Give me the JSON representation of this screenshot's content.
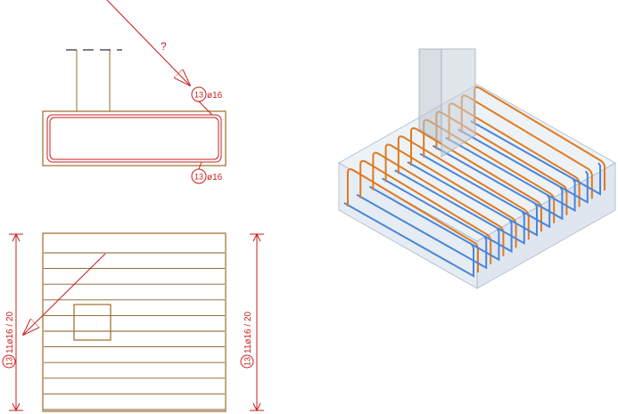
{
  "colors": {
    "annotation": "#c81e1e",
    "concrete_outline": "#9a6a2a",
    "rebar_upper": "#e07a1f",
    "rebar_lower": "#4a86d8",
    "concrete_3d": "#c9d6e8",
    "column_3d": "#b8c2cc"
  },
  "section": {
    "question_mark": "?",
    "top_bar": {
      "position": "13",
      "diameter": "ø16"
    },
    "bottom_bar": {
      "position": "13",
      "diameter": "ø16"
    }
  },
  "plan": {
    "left_label": {
      "position": "13",
      "spec": "11ø16 / 20"
    },
    "right_label": {
      "position": "13",
      "spec": "11ø16 / 20"
    },
    "bar_count": 11
  },
  "iso": {
    "bar_count": 11
  }
}
